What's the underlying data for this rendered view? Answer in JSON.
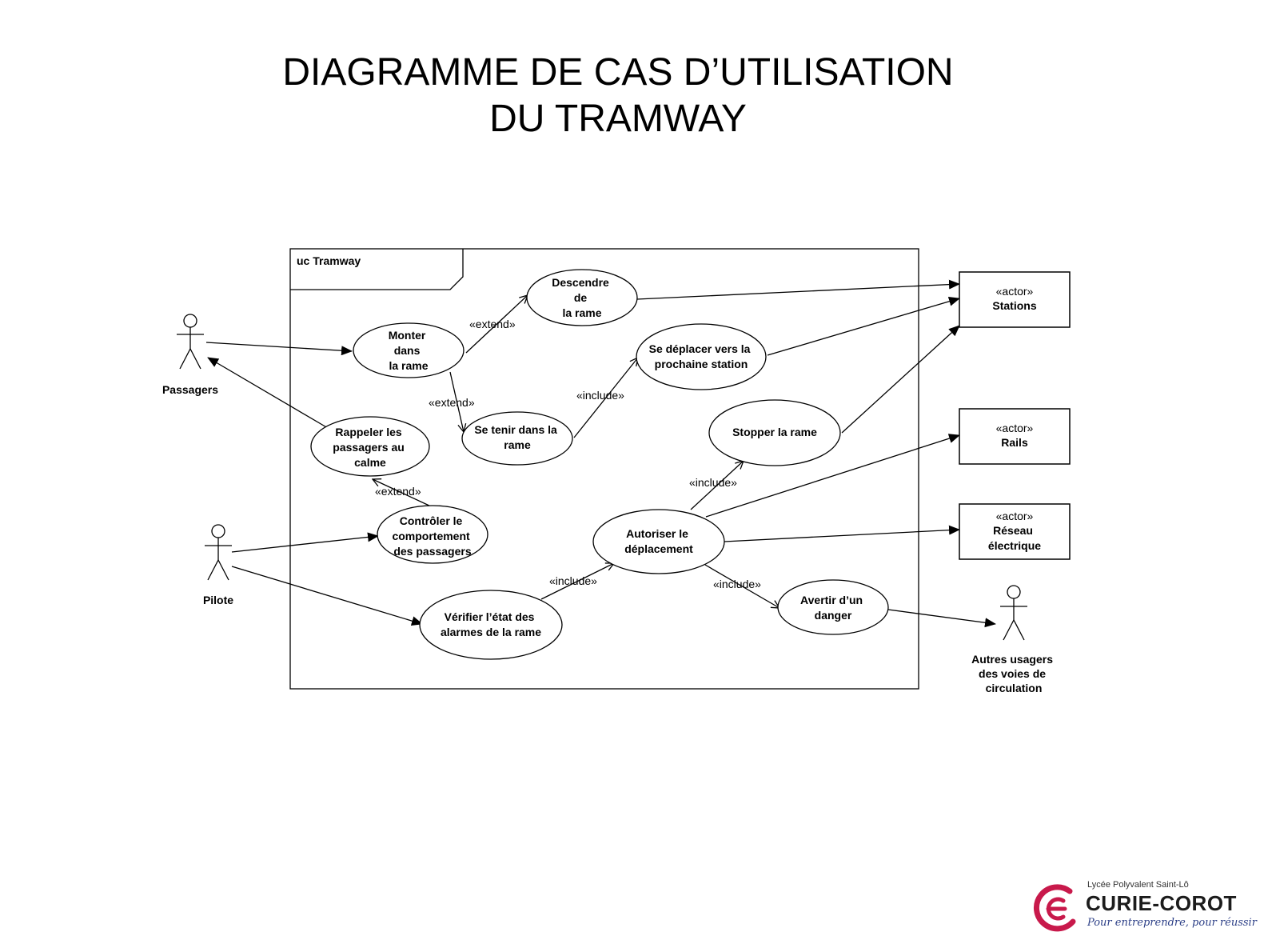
{
  "title": {
    "line1": "DIAGRAMME DE CAS D’UTILISATION",
    "line2": "DU TRAMWAY"
  },
  "frame_label": "uc Tramway",
  "actors": {
    "passagers": "Passagers",
    "pilote": "Pilote",
    "autres": [
      "Autres usagers",
      "des voies de",
      "circulation"
    ]
  },
  "external_actors": {
    "stereotype": "«actor»",
    "stations": [
      "Stations"
    ],
    "rails": [
      "Rails"
    ],
    "reseau": [
      "Réseau",
      "électrique"
    ]
  },
  "use_cases": {
    "descendre": [
      "Descendre",
      "de",
      "la rame"
    ],
    "monter": [
      "Monter",
      "dans",
      "la rame"
    ],
    "deplacer": [
      "Se déplacer vers la",
      "prochaine station"
    ],
    "tenir": [
      "Se tenir dans la",
      "rame"
    ],
    "rappeler": [
      "Rappeler les",
      "passagers au",
      "calme"
    ],
    "stopper": [
      "Stopper la rame"
    ],
    "controler": [
      "Contrôler le",
      "comportement",
      "des passagers"
    ],
    "autoriser": [
      "Autoriser  le",
      "déplacement"
    ],
    "verifier": [
      "Vérifier  l’état des",
      "alarmes de la rame"
    ],
    "avertir": [
      "Avertir d’un",
      "danger"
    ]
  },
  "relations": {
    "extend": "«extend»",
    "include": "«include»"
  },
  "logo": {
    "line1": "Lycée Polyvalent Saint-Lô",
    "name": "CURIE-COROT",
    "tagline": "Pour entreprendre, pour réussir",
    "color": "#c8194b"
  }
}
